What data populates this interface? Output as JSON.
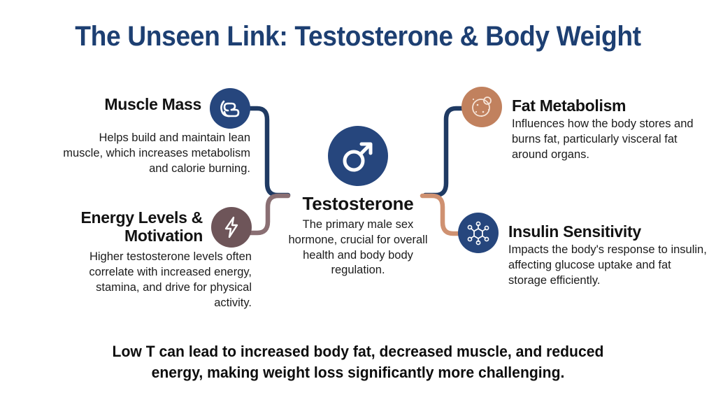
{
  "title": "The Unseen Link: Testosterone & Body Weight",
  "center": {
    "icon": "mars-symbol-icon",
    "title": "Testosterone",
    "description": "The primary male sex hormone, crucial for overall health and body body regulation.",
    "circle_color": "#26467d"
  },
  "branches": [
    {
      "id": "muscle",
      "side": "left",
      "heading": "Muscle Mass",
      "description": "Helps build and maintain lean muscle, which increases metabolism and calorie burning.",
      "icon": "flexed-bicep-icon",
      "circle_color": "#26467d",
      "connector_color": "#1f3a63"
    },
    {
      "id": "energy",
      "side": "left",
      "heading": "Energy Levels & Motivation",
      "description": "Higher testosterone levels often correlate with increased energy, stamina, and drive for physical activity.",
      "icon": "lightning-bolt-icon",
      "circle_color": "#6e5559",
      "connector_color": "#8a6f73"
    },
    {
      "id": "fat",
      "side": "right",
      "heading": "Fat Metabolism",
      "description": "Influences how the body stores and burns fat, particularly visceral fat around organs.",
      "icon": "fat-cell-icon",
      "circle_color": "#c1815e",
      "connector_color": "#1f3a63"
    },
    {
      "id": "insulin",
      "side": "right",
      "heading": "Insulin Sensitivity",
      "description": "Impacts the body's response to insulin, affecting glucose uptake and fat storage efficiently.",
      "icon": "molecule-icon",
      "circle_color": "#26467d",
      "connector_color": "#cf9171"
    }
  ],
  "footer": "Low T can lead to increased body fat, decreased muscle, and reduced energy, making weight loss significantly more challenging.",
  "colors": {
    "background": "#ffffff",
    "title": "#1d3f72",
    "navy": "#26467d",
    "terracotta": "#c1815e",
    "mauve": "#6e5559",
    "body_text": "#1c1c1c"
  }
}
